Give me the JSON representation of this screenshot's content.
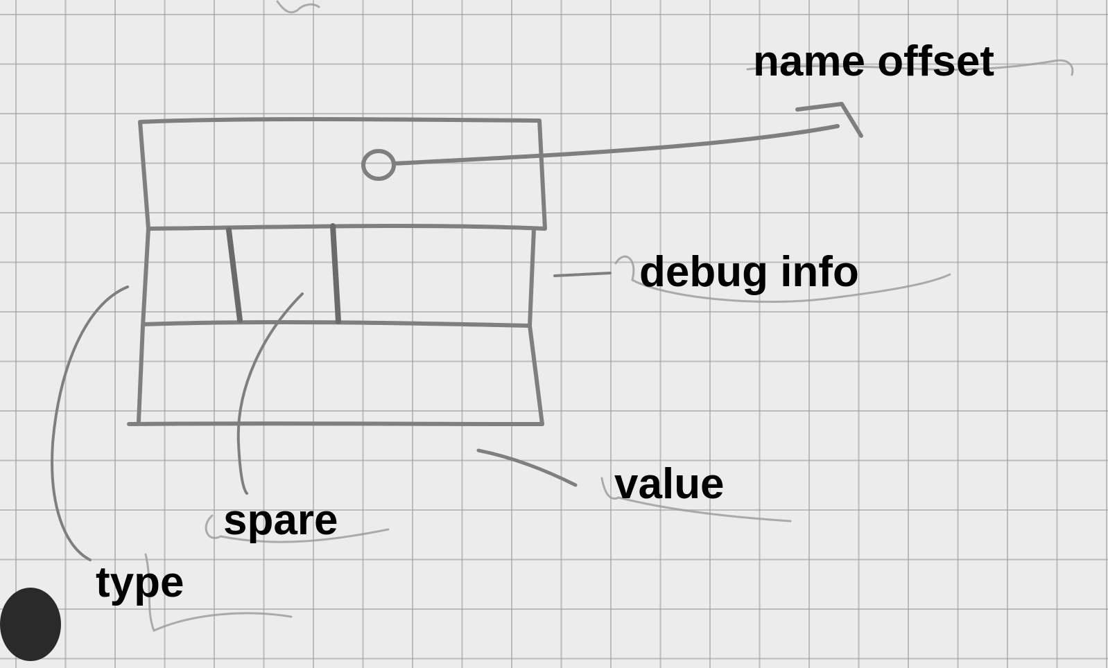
{
  "labels": {
    "name_offset": "name offset",
    "debug_info": "debug info",
    "value": "value",
    "spare": "spare",
    "type": "type"
  },
  "colors": {
    "paper": "#ececec",
    "grid": "#969696",
    "pencil": "#7a7a7a",
    "ink": "#000000"
  }
}
